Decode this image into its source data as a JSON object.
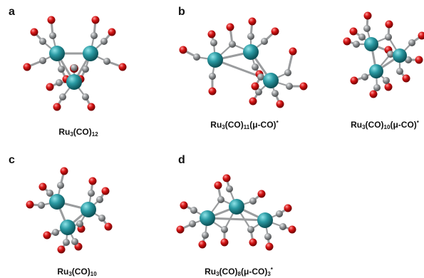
{
  "colors": {
    "ruthenium": "#1f8f97",
    "carbon": "#8f9294",
    "oxygen": "#d51414",
    "bond": "#9a9c9e"
  },
  "panels": [
    {
      "id": "a",
      "letter": "a",
      "caption": [
        {
          "t": "Ru"
        },
        {
          "t": "3",
          "s": "sub"
        },
        {
          "t": "(CO)"
        },
        {
          "t": "12",
          "s": "sub"
        }
      ]
    },
    {
      "id": "b1",
      "letter": "b",
      "caption": [
        {
          "t": "Ru"
        },
        {
          "t": "3",
          "s": "sub"
        },
        {
          "t": "(CO)"
        },
        {
          "t": "11",
          "s": "sub"
        },
        {
          "t": "(μ-CO)"
        },
        {
          "t": "*",
          "s": "sup"
        }
      ]
    },
    {
      "id": "b2",
      "letter": "",
      "caption": [
        {
          "t": "Ru"
        },
        {
          "t": "3",
          "s": "sub"
        },
        {
          "t": "(CO)"
        },
        {
          "t": "10",
          "s": "sub"
        },
        {
          "t": "(μ-CO)"
        },
        {
          "t": "*",
          "s": "sup"
        }
      ]
    },
    {
      "id": "c",
      "letter": "c",
      "caption": [
        {
          "t": "Ru"
        },
        {
          "t": "3",
          "s": "sub"
        },
        {
          "t": "(CO)"
        },
        {
          "t": "10",
          "s": "sub"
        }
      ]
    },
    {
      "id": "d",
      "letter": "d",
      "caption": [
        {
          "t": "Ru"
        },
        {
          "t": "3",
          "s": "sub"
        },
        {
          "t": "(CO)"
        },
        {
          "t": "8",
          "s": "sub"
        },
        {
          "t": "(μ-CO)"
        },
        {
          "t": "3",
          "s": "sub"
        },
        {
          "t": "*",
          "s": "sup"
        }
      ]
    }
  ]
}
